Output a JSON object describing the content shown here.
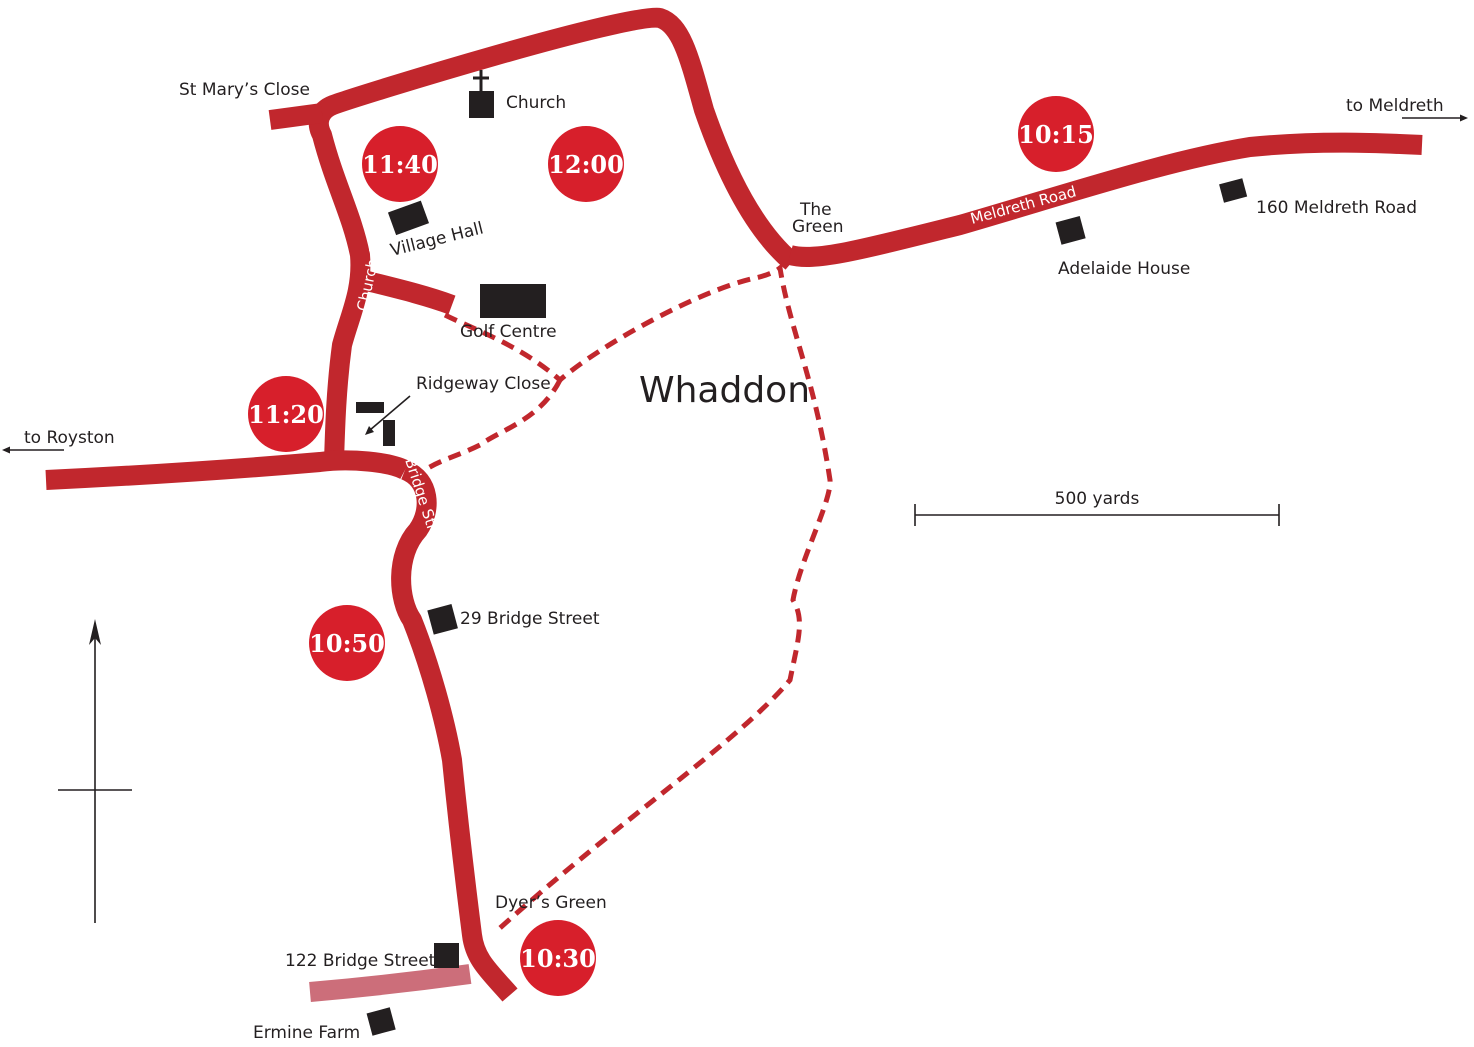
{
  "place_name": "Whaddon",
  "colors": {
    "road": "#c1272d",
    "minor_road": "#cc6e7a",
    "time_marker": "#d71f2b",
    "building": "#231f20"
  },
  "directions": {
    "west": "to Royston",
    "east": "to Meldreth"
  },
  "streets": {
    "church": "Church Street",
    "bridge": "Bridge Street",
    "meldreth": "Meldreth Road"
  },
  "places": {
    "st_marys_close": "St Mary’s Close",
    "church": "Church",
    "village_hall": "Village Hall",
    "golf_centre": "Golf Centre",
    "ridgeway_close": "Ridgeway Close",
    "the_green_1": "The",
    "the_green_2": "Green",
    "adelaide_house": "Adelaide House",
    "meldreth_160": "160 Meldreth Road",
    "bridge_29": "29 Bridge Street",
    "dyers_green": "Dyer’s Green",
    "bridge_122": "122 Bridge Street",
    "ermine_farm": "Ermine Farm"
  },
  "times": [
    "10:15",
    "10:30",
    "10:50",
    "11:20",
    "11:40",
    "12:00"
  ],
  "scale_bar": "500 yards"
}
